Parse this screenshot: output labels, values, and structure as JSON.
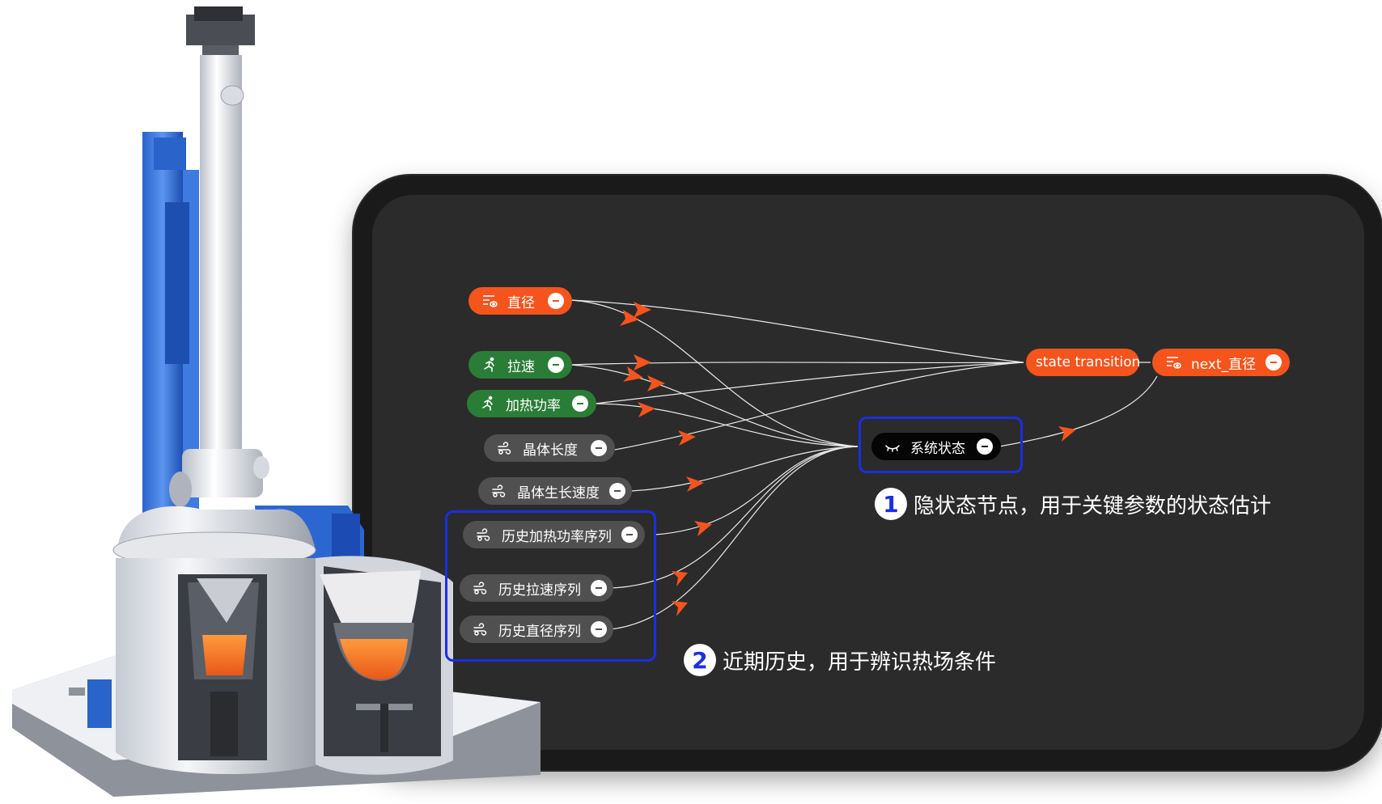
{
  "nodes": {
    "diameter": {
      "label": "直径",
      "icon": "eye-list-icon",
      "color": "#f5541c"
    },
    "pull_speed": {
      "label": "拉速",
      "icon": "running-person-icon",
      "color": "#2a7d36"
    },
    "heat_power": {
      "label": "加热功率",
      "icon": "running-person-icon",
      "color": "#2a7d36"
    },
    "crystal_length": {
      "label": "晶体长度",
      "icon": "wind-icon",
      "color": "#505050"
    },
    "growth_rate": {
      "label": "晶体生长速度",
      "icon": "wind-icon",
      "color": "#505050"
    },
    "hist_power": {
      "label": "历史加热功率序列",
      "icon": "wind-icon",
      "color": "#505050"
    },
    "hist_speed": {
      "label": "历史拉速序列",
      "icon": "wind-icon",
      "color": "#505050"
    },
    "hist_diameter": {
      "label": "历史直径序列",
      "icon": "wind-icon",
      "color": "#505050"
    },
    "system_state": {
      "label": "系统状态",
      "icon": "closed-eye-icon",
      "color": "#050505"
    },
    "state_transition": {
      "label": "state transition"
    },
    "next_diameter": {
      "label": "next_直径",
      "icon": "eye-list-icon",
      "color": "#f5541c"
    }
  },
  "annotations": [
    {
      "num": "1",
      "text": "隐状态节点，用于关键参数的状态估计"
    },
    {
      "num": "2",
      "text": "近期历史，用于辨识热场条件"
    }
  ],
  "colors": {
    "accent": "#f5541c",
    "highlight": "#1b2fe0",
    "edge": "#ffffff"
  }
}
